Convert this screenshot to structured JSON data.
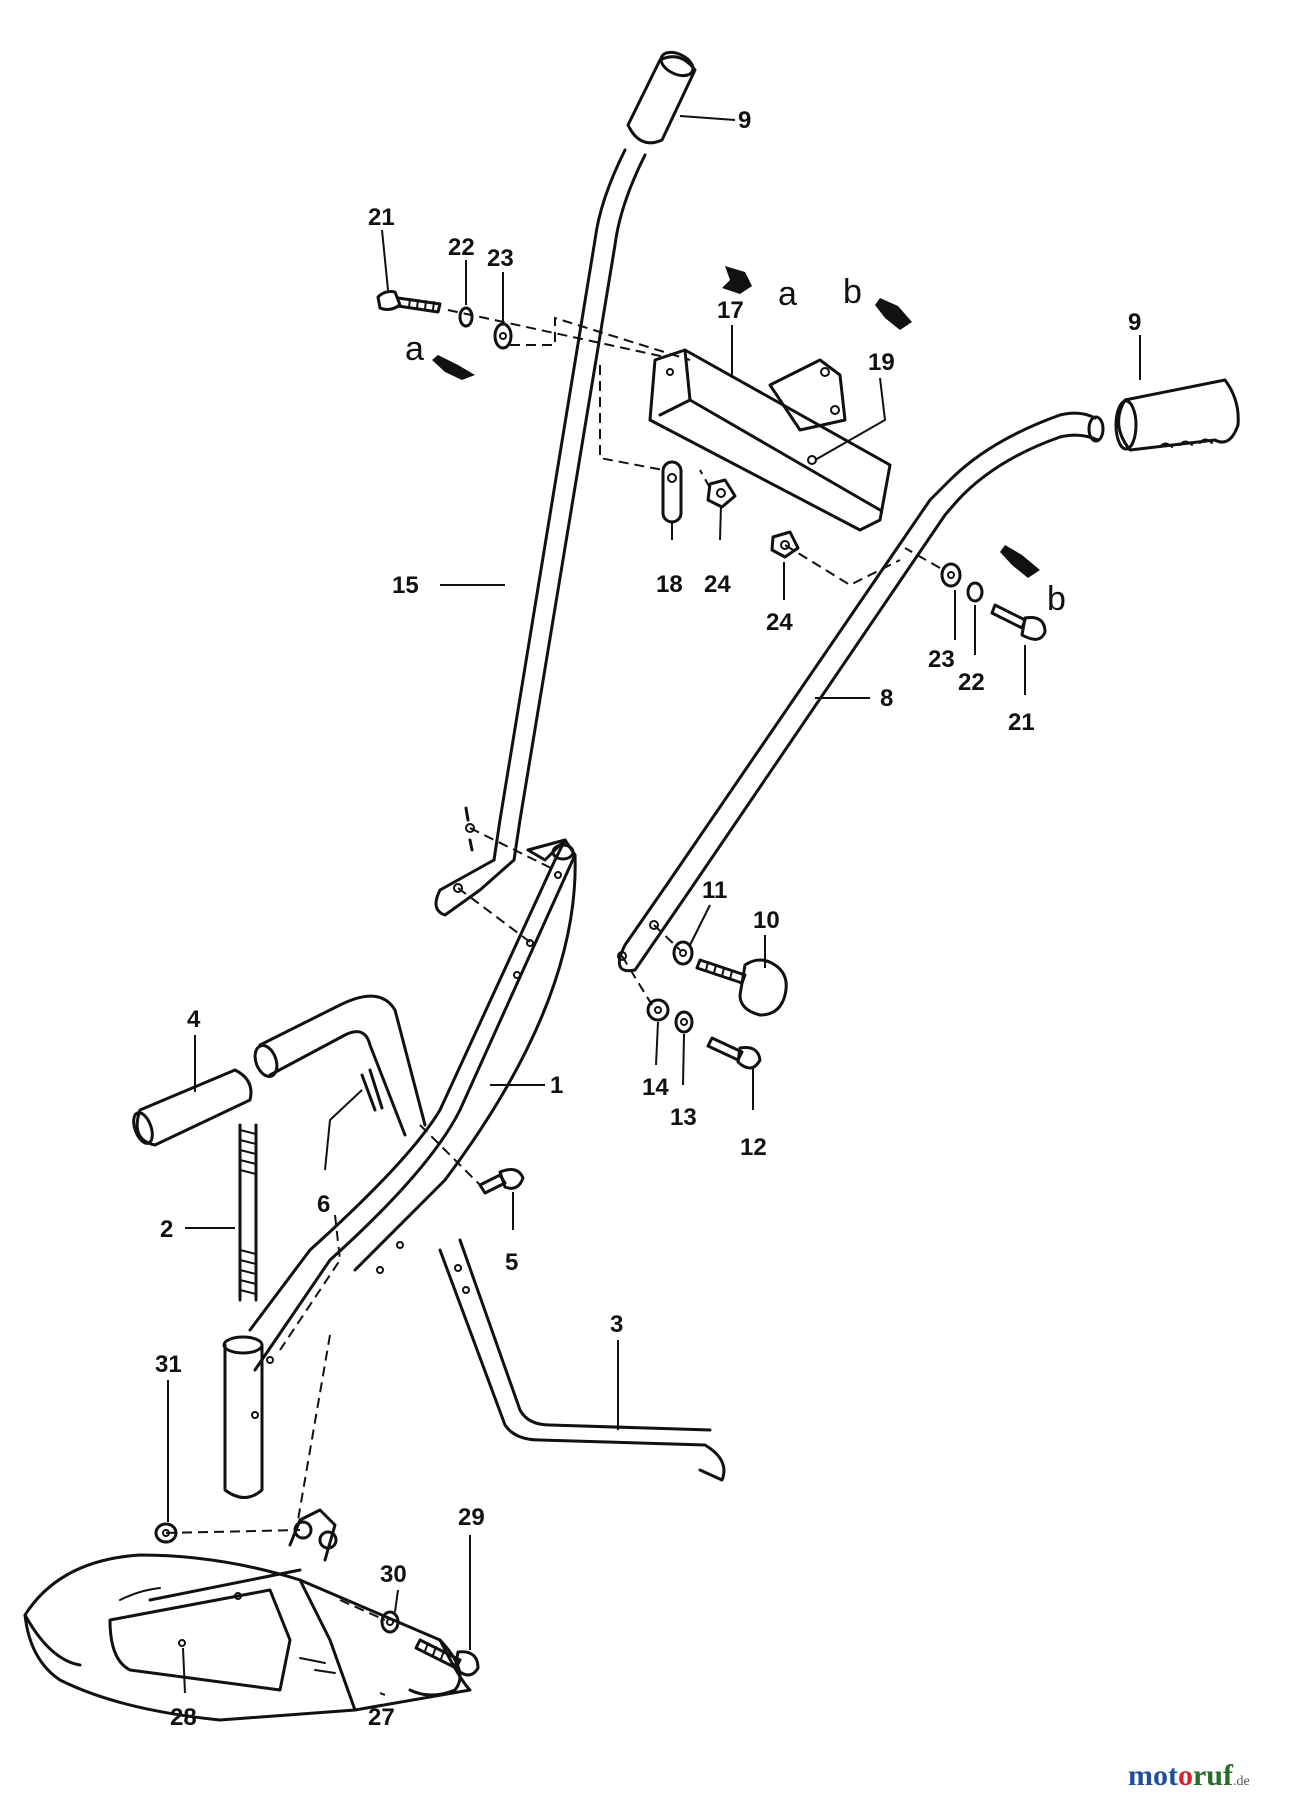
{
  "callouts": [
    {
      "id": "c9a",
      "label": "9"
    },
    {
      "id": "c9b",
      "label": "9"
    },
    {
      "id": "c21a",
      "label": "21"
    },
    {
      "id": "c22a",
      "label": "22"
    },
    {
      "id": "c23a",
      "label": "23"
    },
    {
      "id": "c17",
      "label": "17"
    },
    {
      "id": "c19",
      "label": "19"
    },
    {
      "id": "c18",
      "label": "18"
    },
    {
      "id": "c24a",
      "label": "24"
    },
    {
      "id": "c24b",
      "label": "24"
    },
    {
      "id": "c15",
      "label": "15"
    },
    {
      "id": "c23b",
      "label": "23"
    },
    {
      "id": "c22b",
      "label": "22"
    },
    {
      "id": "c21b",
      "label": "21"
    },
    {
      "id": "c8",
      "label": "8"
    },
    {
      "id": "c11",
      "label": "11"
    },
    {
      "id": "c10",
      "label": "10"
    },
    {
      "id": "c4",
      "label": "4"
    },
    {
      "id": "c1",
      "label": "1"
    },
    {
      "id": "c14",
      "label": "14"
    },
    {
      "id": "c13",
      "label": "13"
    },
    {
      "id": "c12",
      "label": "12"
    },
    {
      "id": "c6",
      "label": "6"
    },
    {
      "id": "c2",
      "label": "2"
    },
    {
      "id": "c5",
      "label": "5"
    },
    {
      "id": "c3",
      "label": "3"
    },
    {
      "id": "c31",
      "label": "31"
    },
    {
      "id": "c30",
      "label": "30"
    },
    {
      "id": "c29",
      "label": "29"
    },
    {
      "id": "c28",
      "label": "28"
    },
    {
      "id": "c27",
      "label": "27"
    }
  ],
  "markers": {
    "a_top": "a",
    "a_left": "a",
    "b_top": "b",
    "b_right": "b"
  },
  "watermark": {
    "part1": "mot",
    "part2": "o",
    "part3": "ruf",
    "suffix": ".de"
  }
}
